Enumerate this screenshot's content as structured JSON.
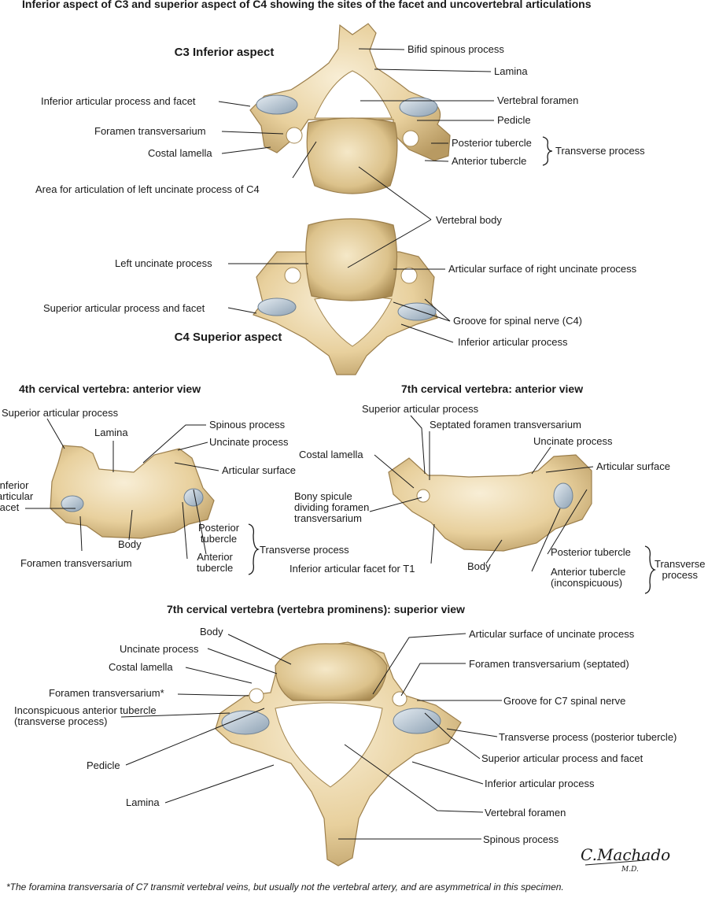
{
  "titles": {
    "main": "Inferior aspect of C3 and superior aspect of C4 showing the sites of the facet and uncovertebral articulations",
    "c3": "C3\nInferior aspect",
    "c4": "C4\nSuperior aspect",
    "c4_anterior": "4th cervical vertebra: anterior view",
    "c7_anterior": "7th cervical vertebra: anterior view",
    "c7_superior": "7th cervical vertebra (vertebra prominens): superior view"
  },
  "labels": {
    "bifid_spinous_process": "Bifid spinous process",
    "lamina_c3": "Lamina",
    "inferior_articular_process_and_facet": "Inferior articular process and facet",
    "vertebral_foramen_c3": "Vertebral foramen",
    "pedicle_c3": "Pedicle",
    "foramen_transversarium_c3": "Foramen transversarium",
    "posterior_tubercle_c3": "Posterior tubercle",
    "transverse_process_c3": "Transverse process",
    "costal_lamella_c3": "Costal lamella",
    "anterior_tubercle_c3": "Anterior tubercle",
    "area_for_articulation": "Area for articulation of left uncinate process of C4",
    "vertebral_body": "Vertebral body",
    "left_uncinate_process": "Left uncinate process",
    "articular_surface_right_uncinate": "Articular surface of right uncinate  process",
    "superior_articular_process_and_facet_c4": "Superior articular process and facet",
    "groove_for_spinal_nerve_c4": "Groove for spinal nerve (C4)",
    "inferior_articular_process_c4": "Inferior articular process",
    "c4a_superior_articular_process": "Superior articular process",
    "c4a_lamina": "Lamina",
    "c4a_spinous_process": "Spinous process",
    "c4a_uncinate_process": "Uncinate process",
    "c4a_articular_surface": "Articular surface",
    "c4a_inferior_articular_facet": "Inferior\narticular\nfacet",
    "c4a_body": "Body",
    "c4a_foramen_transversarium": "Foramen transversarium",
    "c4a_posterior_tubercle": "Posterior\ntubercle",
    "c4a_anterior_tubercle": "Anterior\ntubercle",
    "c4a_transverse_process": "Transverse process",
    "c7a_superior_articular_process": "Superior articular process",
    "c7a_septated_foramen": "Septated foramen transversarium",
    "c7a_costal_lamella": "Costal lamella",
    "c7a_uncinate_process": "Uncinate process",
    "c7a_articular_surface": "Articular surface",
    "c7a_bony_spicule": "Bony spicule\ndividing foramen\ntransversarium",
    "c7a_posterior_tubercle": "Posterior tubercle",
    "c7a_anterior_tubercle": "Anterior tubercle\n(inconspicuous)",
    "c7a_transverse_process": "Transverse\nprocess",
    "c7a_inferior_articular_facet_t1": "Inferior articular facet for T1",
    "c7a_body": "Body",
    "c7s_body": "Body",
    "c7s_articular_surface_uncinate": "Articular surface of uncinate process",
    "c7s_uncinate_process": "Uncinate process",
    "c7s_foramen_septated": "Foramen transversarium (septated)",
    "c7s_costal_lamella": "Costal lamella",
    "c7s_foramen_transversarium": "Foramen transversarium*",
    "c7s_groove_c7": "Groove for C7 spinal nerve",
    "c7s_inconspicuous_anterior_tubercle": "Inconspicuous anterior tubercle\n(transverse process)",
    "c7s_transverse_posterior_tubercle": "Transverse process (posterior tubercle)",
    "c7s_pedicle": "Pedicle",
    "c7s_superior_articular_process_facet": "Superior articular process and facet",
    "c7s_inferior_articular_process": "Inferior articular process",
    "c7s_lamina": "Lamina",
    "c7s_vertebral_foramen": "Vertebral foramen",
    "c7s_spinous_process": "Spinous process"
  },
  "footnote": "*The foramina transversaria of C7 transmit vertebral veins, but usually not the vertebral artery, and are asymmetrical in this specimen.",
  "signature": "C.Machado",
  "signature_suffix": "M.D.",
  "colors": {
    "bone": "#ead5a4",
    "bone_light": "#f6ead0",
    "bone_shadow": "#b99a62",
    "facet": "#9fb1c1",
    "line": "#1a1a1a"
  }
}
